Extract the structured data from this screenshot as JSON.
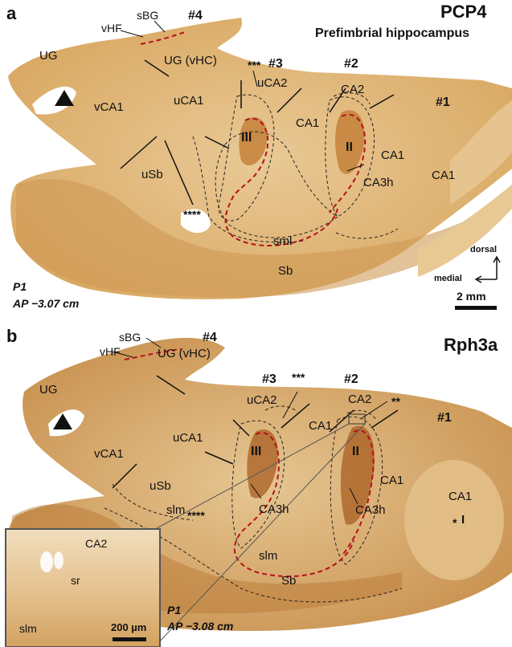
{
  "panel_a": {
    "letter": "a",
    "stain": "PCP4",
    "subtitle": "Prefimbrial hippocampus",
    "labels": {
      "ug": "UG",
      "sbg": "sBG",
      "vhf": "vHF",
      "n4": "#4",
      "ug_vhc": "UG (vHC)",
      "vca1": "vCA1",
      "uca1": "uCA1",
      "stars3": "***",
      "n3": "#3",
      "uca2": "uCA2",
      "n2": "#2",
      "ca2": "CA2",
      "n1": "#1",
      "ca1_mid": "CA1",
      "ca1_right": "CA1",
      "ca1_far": "CA1",
      "roman3": "III",
      "roman2": "II",
      "ca3h": "CA3h",
      "usb": "uSb",
      "stars4": "****",
      "sml": "sml",
      "sb": "Sb",
      "p1": "P1",
      "ap": "AP −3.07 cm",
      "dorsal": "dorsal",
      "medial": "medial",
      "scale": "2 mm"
    }
  },
  "panel_b": {
    "letter": "b",
    "stain": "Rph3a",
    "labels": {
      "ug": "UG",
      "sbg": "sBG",
      "vhf": "vHF",
      "n4": "#4",
      "ug_vhc": "UG (vHC)",
      "n3": "#3",
      "stars3": "***",
      "n2": "#2",
      "uca2": "uCA2",
      "ca2": "CA2",
      "stars2": "**",
      "n1": "#1",
      "uca1": "uCA1",
      "ca1_a": "CA1",
      "vca1": "vCA1",
      "roman3": "III",
      "roman2": "II",
      "ca1_b": "CA1",
      "ca1_c": "CA1",
      "roman1": "I",
      "star1": "*",
      "usb": "uSb",
      "ca3h_a": "CA3h",
      "ca3h_b": "CA3h",
      "slm_a": "slm",
      "stars4": "****",
      "slm_b": "slm",
      "sb": "Sb",
      "p1": "P1",
      "ap": "AP −3.08 cm"
    },
    "inset": {
      "ca2": "CA2",
      "sr": "sr",
      "slm": "slm",
      "scale": "200 µm"
    }
  }
}
